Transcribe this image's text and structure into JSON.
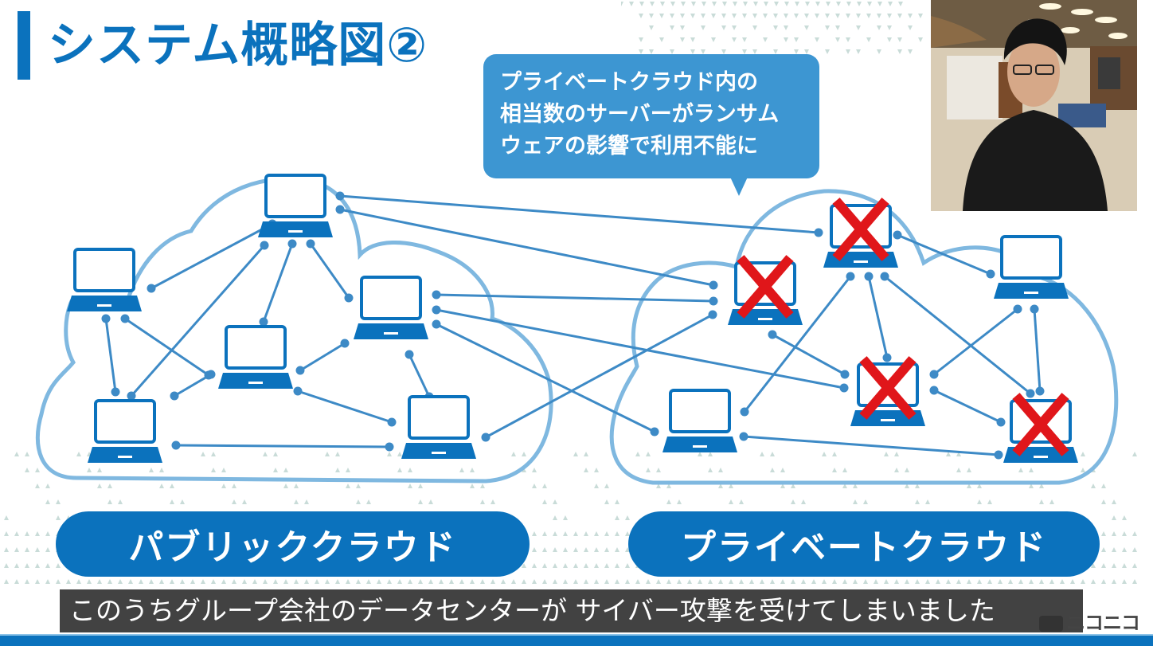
{
  "slide": {
    "title": "システム概略図②",
    "callout": {
      "lines": [
        "プライベートクラウド内の",
        "相当数のサーバーがランサム",
        "ウェアの影響で利用不能に"
      ]
    },
    "labels": {
      "public_cloud": "パブリッククラウド",
      "private_cloud": "プライベートクラウド"
    },
    "colors": {
      "brand_blue": "#0b72bd",
      "cloud_outline": "#7fb8e0",
      "callout_fill": "#3d96d2",
      "line_blue": "#3d8ac6",
      "cross_red": "#e0161a",
      "pattern_triangles": "#c9dcd8"
    }
  },
  "diagram": {
    "public_cloud": {
      "computers": [
        {
          "id": "pub-top",
          "compromised": false
        },
        {
          "id": "pub-left",
          "compromised": false
        },
        {
          "id": "pub-center",
          "compromised": false
        },
        {
          "id": "pub-right",
          "compromised": false
        },
        {
          "id": "pub-bottom-left",
          "compromised": false
        },
        {
          "id": "pub-bottom-right",
          "compromised": false
        }
      ]
    },
    "private_cloud": {
      "computers": [
        {
          "id": "priv-top",
          "compromised": true
        },
        {
          "id": "priv-left",
          "compromised": true
        },
        {
          "id": "priv-right",
          "compromised": false
        },
        {
          "id": "priv-center",
          "compromised": true
        },
        {
          "id": "priv-bottom-left",
          "compromised": false
        },
        {
          "id": "priv-bottom-right",
          "compromised": true
        }
      ]
    }
  },
  "video": {
    "presenter": "presenter-webcam"
  },
  "subtitle": {
    "text": "このうちグループ会社のデータセンターが サイバー攻撃を受けてしまいました"
  },
  "watermark": {
    "text": "ニコニコ"
  }
}
